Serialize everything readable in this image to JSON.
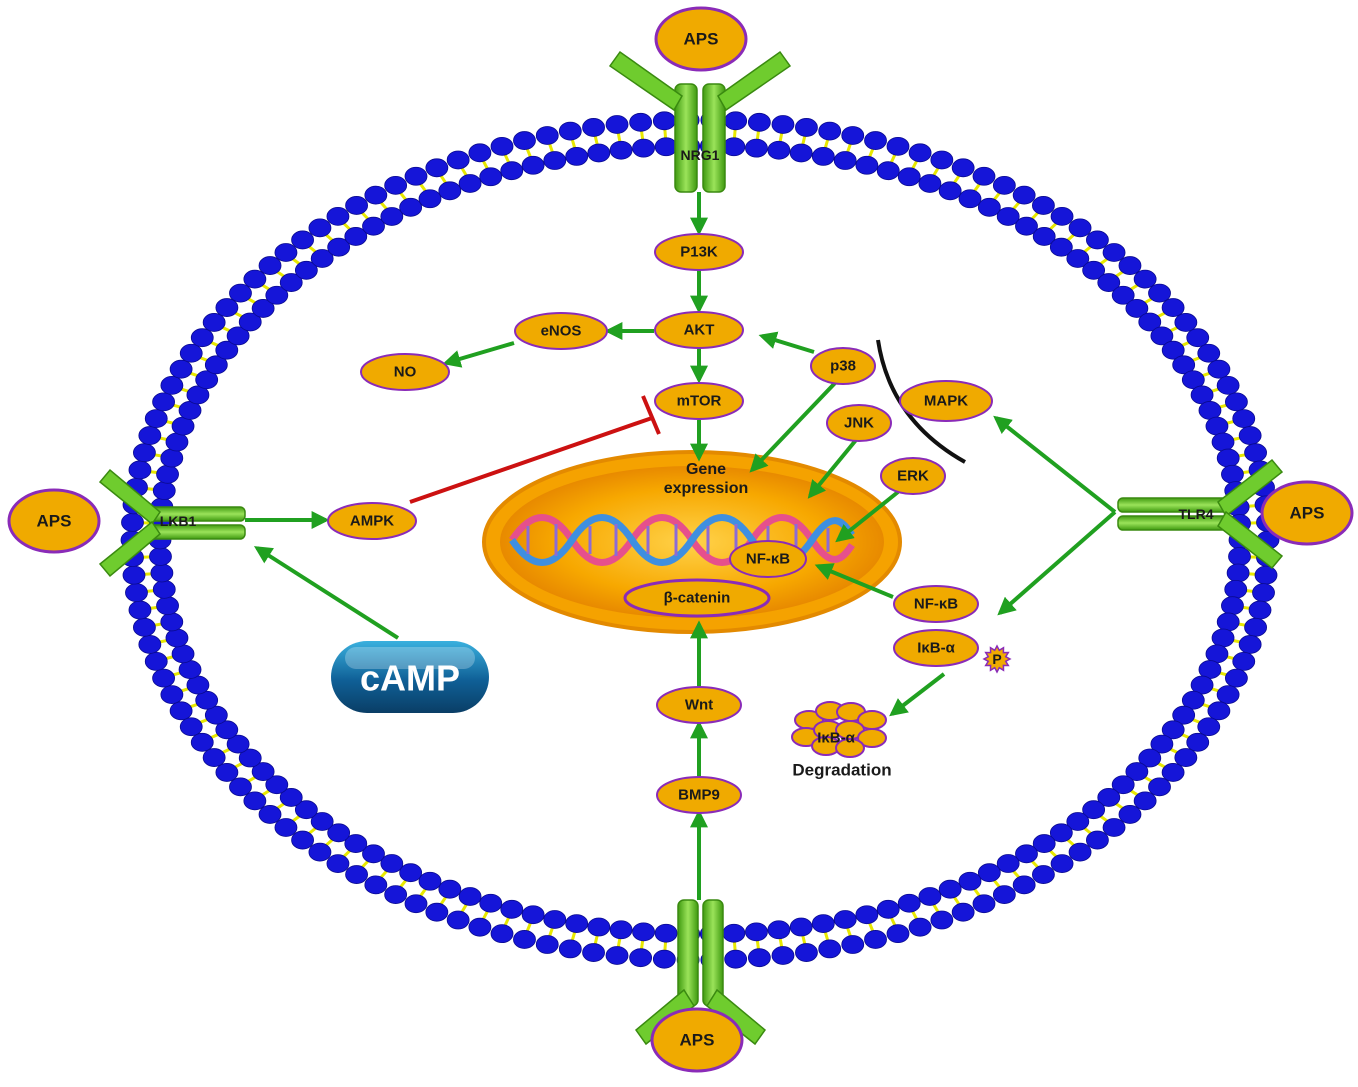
{
  "ligand": "APS",
  "receptors": {
    "top": "NRG1",
    "left": "LKB1",
    "right": "TLR4"
  },
  "nodes": {
    "p13k": "P13K",
    "akt": "AKT",
    "enos": "eNOS",
    "no": "NO",
    "mtor": "mTOR",
    "p38": "p38",
    "jnk": "JNK",
    "erk": "ERK",
    "mapk": "MAPK",
    "ampk": "AMPK",
    "nfkb_nucleus": "NF-κB",
    "beta_catenin": "β-catenin",
    "nfkb": "NF-κB",
    "ikba": "IκB-α",
    "phospho": "P",
    "wnt": "Wnt",
    "bmp9": "BMP9",
    "ikba_degraded": "IκB-α",
    "degradation": "Degradation"
  },
  "nucleus": {
    "gene_line1": "Gene",
    "gene_line2": "expression"
  },
  "camp": "cAMP",
  "colors": {
    "node_fill": "#f0aa00",
    "node_stroke": "#8a2bb8",
    "arrow": "#20a020",
    "inhibit": "#cc1111",
    "lipid_head": "#1515d8",
    "lipid_tail": "#e8e800",
    "receptor": "#5cc020"
  }
}
